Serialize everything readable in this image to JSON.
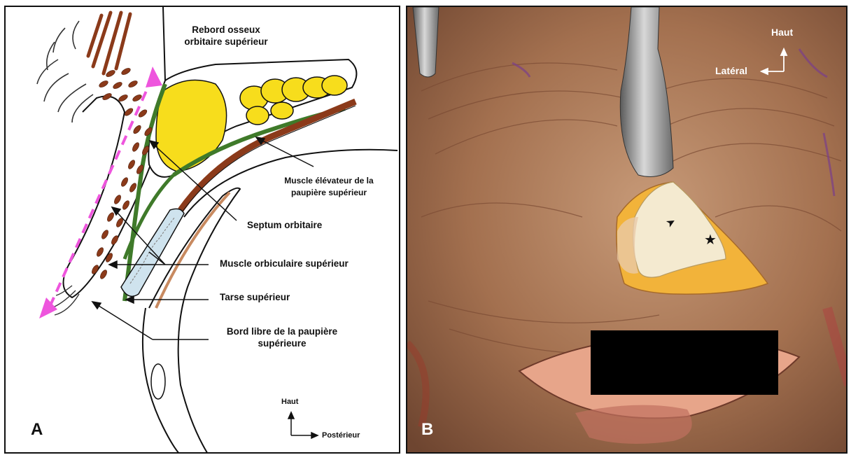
{
  "panel_a": {
    "letter": "A",
    "labels": {
      "rebord_line1": "Rebord osseux",
      "rebord_line2": "orbitaire supérieur",
      "elevateur_line1": "Muscle élévateur de la",
      "elevateur_line2": "paupière supérieur",
      "septum": "Septum orbitaire",
      "orbiculaire": "Muscle orbiculaire supérieur",
      "tarse": "Tarse supérieur",
      "bord_line1": "Bord libre de la paupière",
      "bord_line2": "supérieure"
    },
    "orientation": {
      "up": "Haut",
      "right": "Postérieur"
    }
  },
  "panel_b": {
    "letter": "B",
    "orientation": {
      "up": "Haut",
      "left": "Latéral"
    },
    "markers": {
      "arrow": "➤",
      "star": "★"
    }
  },
  "colors": {
    "fat_yellow": "#f7dd1c",
    "muscle_brown": "#8b3a1a",
    "septum_green": "#3f7a2a",
    "tarsus_blue": "#cfe3ee",
    "arrow_pink": "#ee55dd"
  }
}
